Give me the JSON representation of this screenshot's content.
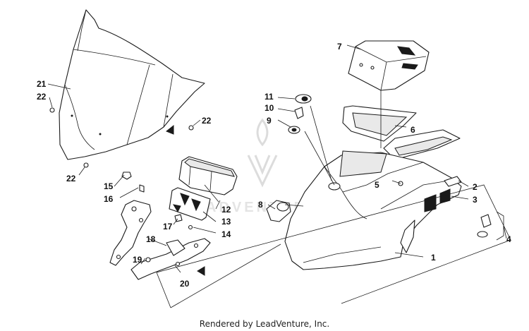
{
  "callouts": {
    "c1": "1",
    "c2": "2",
    "c3": "3",
    "c4": "4",
    "c5": "5",
    "c6": "6",
    "c7": "7",
    "c8": "8",
    "c9": "9",
    "c10": "10",
    "c11": "11",
    "c12": "12",
    "c13": "13",
    "c14": "14",
    "c15": "15",
    "c16": "16",
    "c17": "17",
    "c18": "18",
    "c19": "19",
    "c20": "20",
    "c21": "21",
    "c22a": "22",
    "c22b": "22",
    "c22c": "22"
  },
  "watermark": "ADVENTURE",
  "credit": "Rendered by LeadVenture, Inc."
}
